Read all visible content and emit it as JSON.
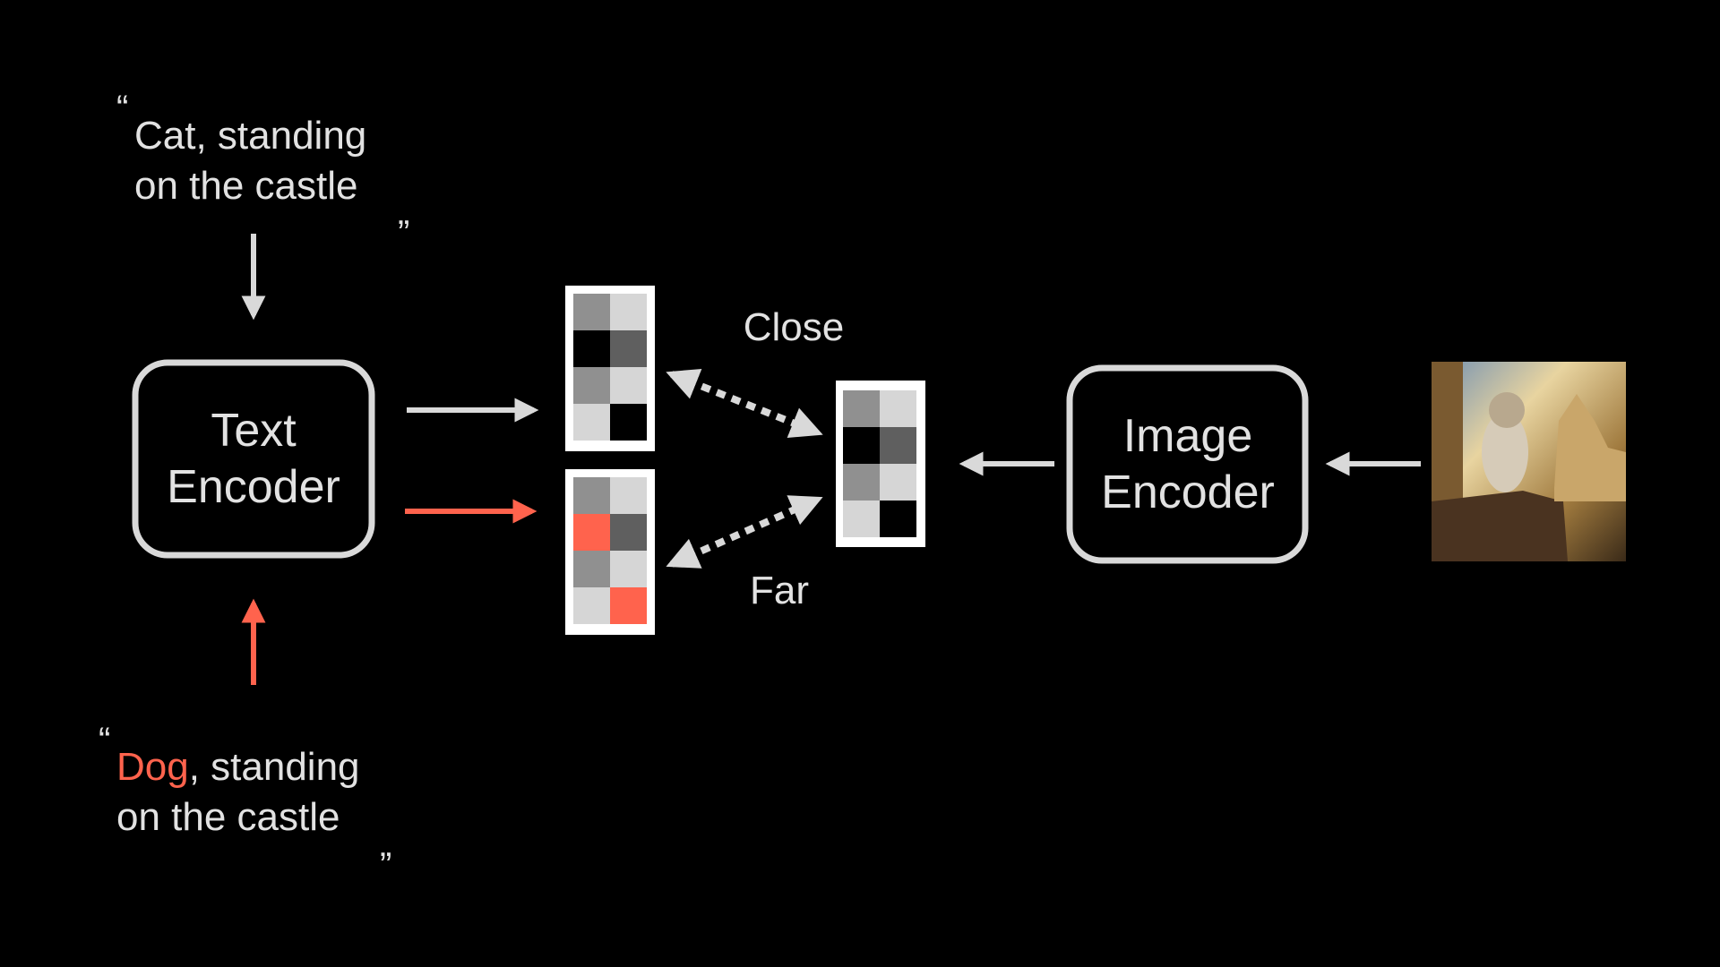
{
  "prompts": {
    "positive": {
      "open_quote": "“",
      "line1": "Cat, standing",
      "line2": "on the castle",
      "close_quote": "„"
    },
    "negative": {
      "open_quote": "“",
      "highlight": "Dog",
      "line1_rest": ", standing",
      "line2": "on the castle",
      "close_quote": "„"
    }
  },
  "text_encoder": {
    "line1": "Text",
    "line2": "Encoder"
  },
  "image_encoder": {
    "line1": "Image",
    "line2": "Encoder"
  },
  "labels": {
    "close": "Close",
    "far": "Far"
  },
  "embeddings": {
    "cat_text": [
      "#909090",
      "#d6d6d6",
      "#000000",
      "#5f5f5f",
      "#909090",
      "#d6d6d6",
      "#d6d6d6",
      "#000000"
    ],
    "dog_text": [
      "#909090",
      "#d6d6d6",
      "#ff634d",
      "#5f5f5f",
      "#909090",
      "#d6d6d6",
      "#d6d6d6",
      "#ff634d"
    ],
    "image": [
      "#909090",
      "#d6d6d6",
      "#000000",
      "#5f5f5f",
      "#909090",
      "#d6d6d6",
      "#d6d6d6",
      "#000000"
    ]
  },
  "colors": {
    "fg": "#d9d9d9",
    "accent": "#ff634d"
  }
}
